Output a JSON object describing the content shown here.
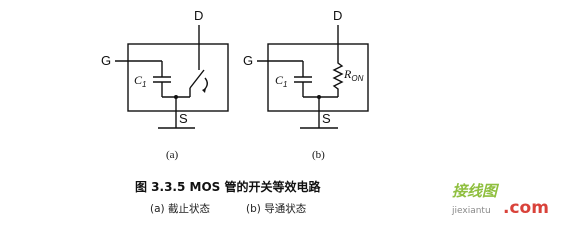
{
  "diagram_a": {
    "terminal_gate": "G",
    "terminal_drain": "D",
    "terminal_source": "S",
    "capacitor_label": "C",
    "capacitor_subscript": "1",
    "panel_label": "(a)"
  },
  "diagram_b": {
    "terminal_gate": "G",
    "terminal_drain": "D",
    "terminal_source": "S",
    "capacitor_label": "C",
    "capacitor_subscript": "1",
    "resistor_label": "R",
    "resistor_subscript": "ON",
    "panel_label": "(b)"
  },
  "caption": {
    "title": "图 3.3.5   MOS 管的开关等效电路",
    "subtitle_a": "(a) 截止状态",
    "subtitle_b": "(b) 导通状态"
  },
  "watermark": {
    "chinese": "接线图",
    "domain": "jiexiantu",
    "suffix": ".com",
    "color_primary": "#8fbf3f",
    "color_accent": "#d9423a"
  }
}
